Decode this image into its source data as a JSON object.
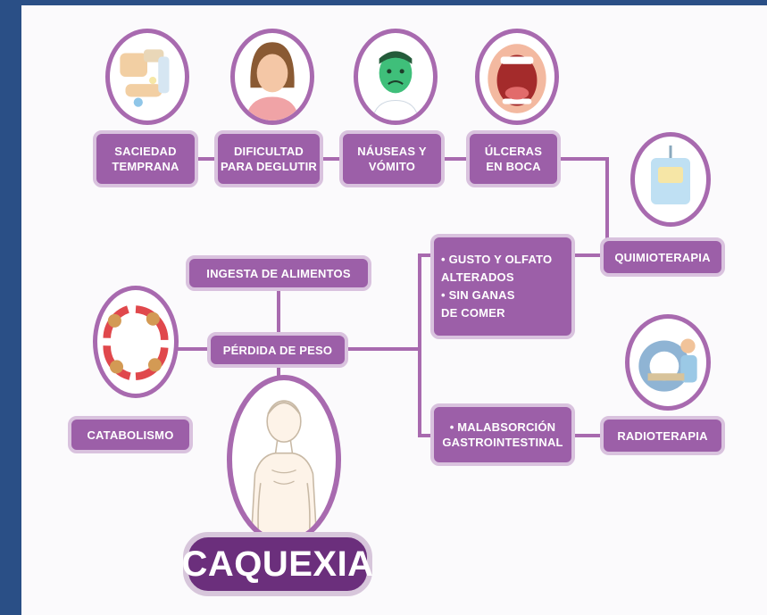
{
  "diagram": {
    "title": "CAQUEXIA",
    "top_row": [
      {
        "label": "SACIEDAD\nTEMPRANA",
        "icon": "hands-food-icon"
      },
      {
        "label": "DIFICULTAD\nPARA DEGLUTIR",
        "icon": "woman-icon"
      },
      {
        "label": "NÁUSEAS Y\nVÓMITO",
        "icon": "nauseous-face-icon"
      },
      {
        "label": "ÚLCERAS\nEN BOCA",
        "icon": "open-mouth-icon"
      }
    ],
    "center": {
      "ingesta": "INGESTA DE ALIMENTOS",
      "perdida": "PÉRDIDA DE PESO",
      "catabolismo": "CATABOLISMO"
    },
    "right": {
      "gusto": "• GUSTO Y OLFATO\n  ALTERADOS\n• SIN GANAS\n  DE COMER",
      "malabsorcion": "• MALABSORCIÓN\nGASTROINTESTINAL",
      "quimioterapia": "QUIMIOTERAPIA",
      "radioterapia": "RADIOTERAPIA"
    },
    "colors": {
      "pill": "#9c5fa8",
      "dark": "#6b2f7c",
      "line": "#a86aaf",
      "background": "#2a4f86"
    }
  }
}
